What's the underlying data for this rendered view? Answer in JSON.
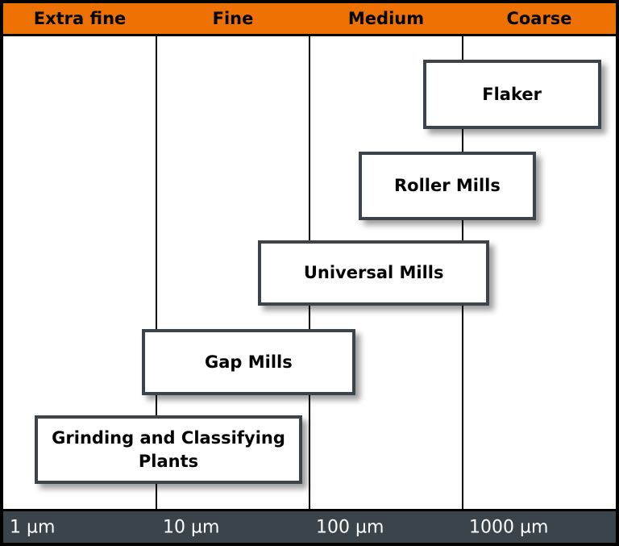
{
  "chart_data": {
    "type": "bar",
    "variant": "horizontal-range-chart",
    "title": "",
    "x_axis": {
      "scale": "log10",
      "unit": "µm",
      "range_um": [
        1,
        10000
      ],
      "tick_values_um": [
        1,
        10,
        100,
        1000
      ],
      "tick_labels": [
        "1 µm",
        "10 µm",
        "100 µm",
        "1000 µm"
      ]
    },
    "fineness_bands": [
      "Extra fine",
      "Fine",
      "Medium",
      "Coarse"
    ],
    "series": [
      {
        "name": "Flaker",
        "range_um": [
          550,
          8000
        ]
      },
      {
        "name": "Roller Mills",
        "range_um": [
          210,
          3000
        ]
      },
      {
        "name": "Universal Mills",
        "range_um": [
          46,
          1500
        ]
      },
      {
        "name": "Gap Mills",
        "range_um": [
          8,
          200
        ]
      },
      {
        "name": "Grinding and Classifying Plants",
        "range_um": [
          1.6,
          90
        ]
      }
    ],
    "grid": "vertical-decade-lines",
    "legend": false
  },
  "colors": {
    "header_bg": "#EE7203",
    "header_text": "#000000",
    "bar_bg": "#3A444A",
    "axis_text": "#FFFFFF",
    "box_bg": "#FFFFFF",
    "box_border": "#3A444A",
    "grid_line": "#000000",
    "frame_border": "#000000"
  }
}
